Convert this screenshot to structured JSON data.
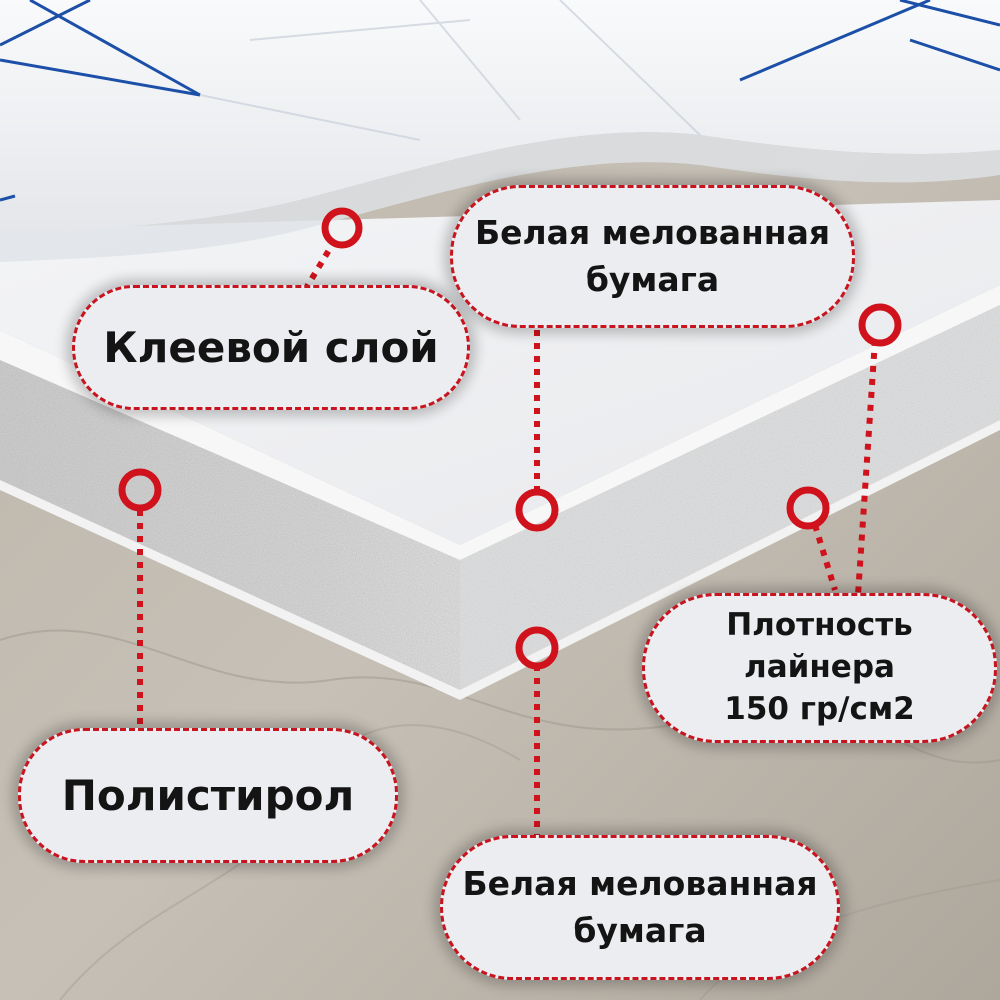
{
  "labels": {
    "adhesive_layer": "Клеевой слой",
    "coated_paper_top": "Белая мелованная\nбумага",
    "liner_density": "Плотность\nлайнера\n150 гр/см2",
    "polystyrene": "Полистирол",
    "coated_paper_bottom": "Белая мелованная\nбумага"
  },
  "colors": {
    "accent_red": "#d0121c",
    "backing_grid_blue": "#1c4fa8",
    "board_white": "#f4f4f6",
    "foam_gray": "#cfd0d1",
    "stone_background": "#b8b2a8"
  }
}
